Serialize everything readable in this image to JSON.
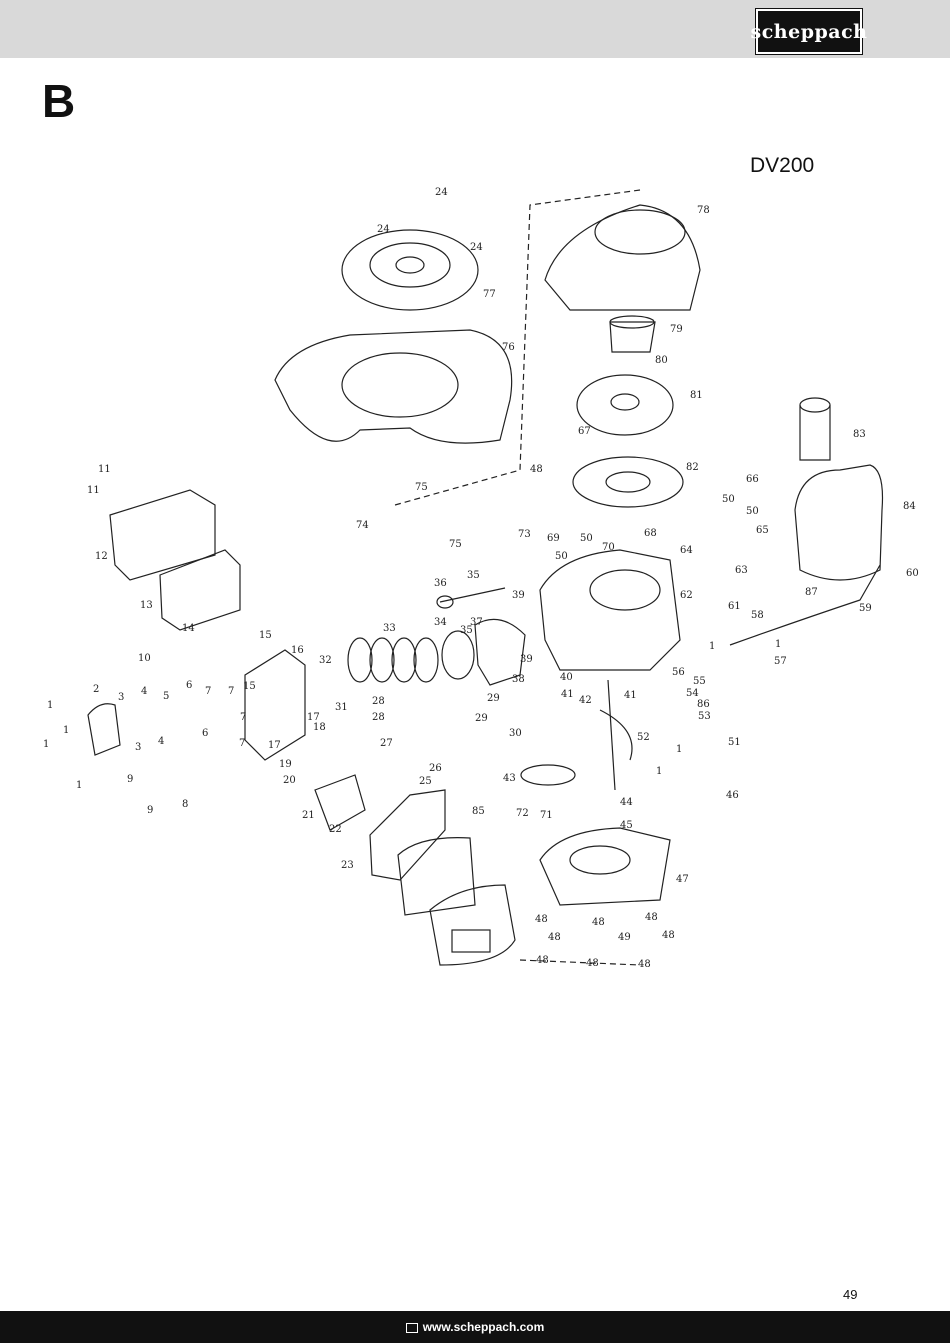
{
  "header": {
    "brand": "scheppach"
  },
  "section_letter": "B",
  "model": "DV200",
  "part_labels": [
    "1",
    "2",
    "3",
    "4",
    "5",
    "6",
    "7",
    "8",
    "9",
    "10",
    "11",
    "12",
    "13",
    "14",
    "15",
    "16",
    "17",
    "18",
    "19",
    "20",
    "21",
    "22",
    "23",
    "24",
    "25",
    "26",
    "27",
    "28",
    "29",
    "30",
    "31",
    "32",
    "33",
    "34",
    "35",
    "36",
    "37",
    "38",
    "39",
    "40",
    "41",
    "42",
    "43",
    "44",
    "45",
    "46",
    "47",
    "48",
    "49",
    "50",
    "51",
    "52",
    "53",
    "54",
    "55",
    "56",
    "57",
    "58",
    "59",
    "60",
    "61",
    "62",
    "63",
    "64",
    "65",
    "66",
    "67",
    "68",
    "69",
    "70",
    "71",
    "72",
    "73",
    "74",
    "75",
    "76",
    "77",
    "78",
    "79",
    "80",
    "81",
    "82",
    "83",
    "84",
    "85",
    "86",
    "87"
  ],
  "page_number": "49",
  "footer": {
    "website": "www.scheppach.com",
    "icon": "monitor-icon"
  }
}
